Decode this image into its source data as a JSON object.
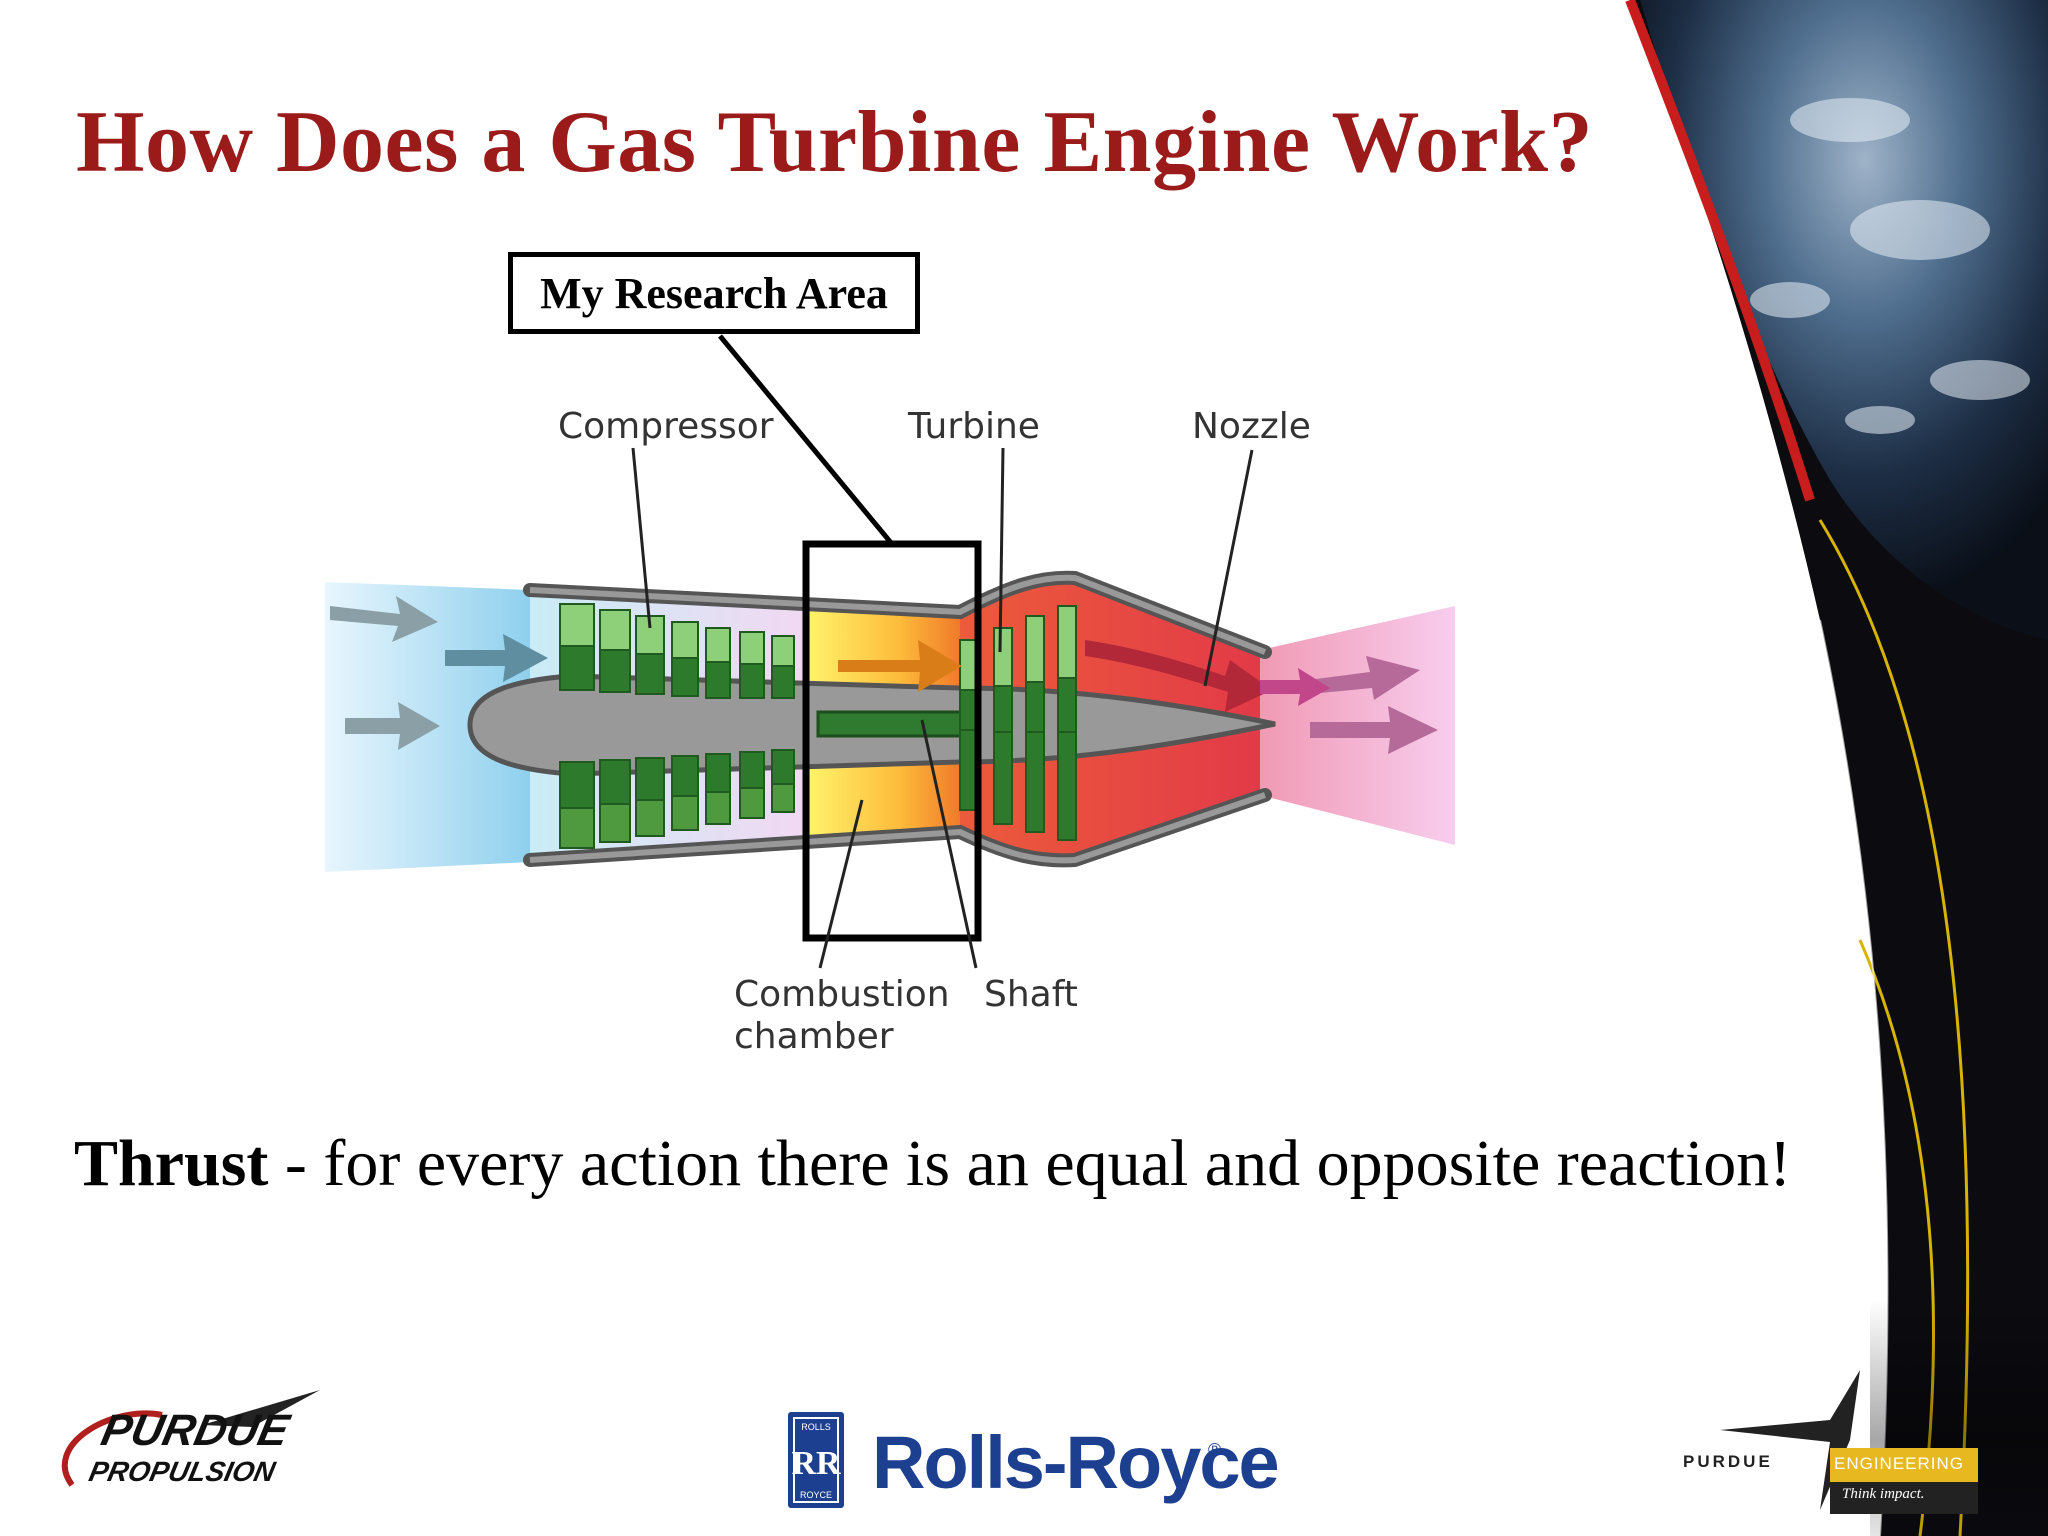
{
  "slide": {
    "title": "How Does a Gas Turbine Engine Work?",
    "callout_label": "My Research Area",
    "thrust_bold": "Thrust",
    "thrust_text": " - for every action there is an equal and opposite reaction!"
  },
  "diagram": {
    "labels": {
      "compressor": "Compressor",
      "turbine": "Turbine",
      "nozzle": "Nozzle",
      "combustion_line1": "Combustion",
      "combustion_line2": "chamber",
      "shaft": "Shaft"
    }
  },
  "logos": {
    "purdue_propulsion_line1": "PURDUE",
    "purdue_propulsion_line2": "PROPULSION",
    "rolls_royce": "Rolls-Royce",
    "rolls_royce_mark": "®",
    "rr_badge_top": "ROLLS",
    "rr_badge_bottom": "ROYCE",
    "purdue_engineering_purdue": "PURDUE",
    "purdue_engineering_eng": "ENGINEERING",
    "purdue_engineering_tagline": "Think impact."
  },
  "colors": {
    "title": "#9b1b1b",
    "compressor_green": "#2f7a2f",
    "rolls_royce_blue": "#1c3f8f",
    "purdue_gold": "#e8b820"
  }
}
